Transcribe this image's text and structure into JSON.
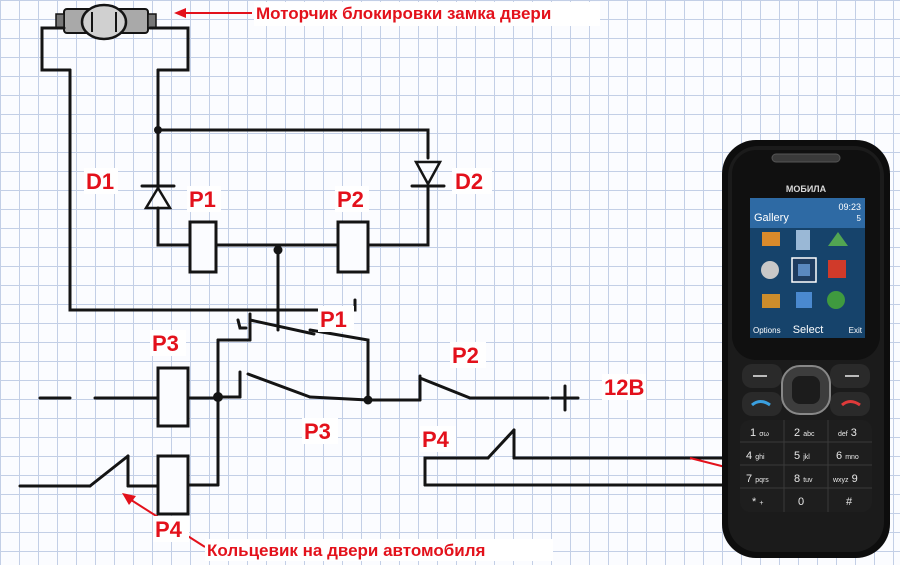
{
  "annotations": {
    "motor": "Моторчик блокировки замка двери",
    "door_switch": "Кольцевик на двери автомобиля"
  },
  "labels": {
    "d1": "D1",
    "d2": "D2",
    "p1_coil": "P1",
    "p2_coil": "P2",
    "p1_contact": "P1",
    "p2_contact": "P2",
    "p3_coil": "P3",
    "p3_contact": "P3",
    "p4_contact": "P4",
    "p4_switch": "P4",
    "supply": "12В"
  },
  "phone": {
    "brand": "МОБИЛА",
    "screen_title": "Gallery",
    "time": "09:23",
    "signal": "5",
    "softkey_left": "Options",
    "softkey_center": "Select",
    "softkey_right": "Exit",
    "keys": [
      {
        "digit": "1",
        "letters": "σω"
      },
      {
        "digit": "2",
        "letters": "abc"
      },
      {
        "digit": "3",
        "letters": "def"
      },
      {
        "digit": "4",
        "letters": "ghi"
      },
      {
        "digit": "5",
        "letters": "jkl"
      },
      {
        "digit": "6",
        "letters": "mno"
      },
      {
        "digit": "7",
        "letters": "pqrs"
      },
      {
        "digit": "8",
        "letters": "tuv"
      },
      {
        "digit": "9",
        "letters": "wxyz"
      },
      {
        "digit": "*",
        "letters": "+"
      },
      {
        "digit": "0",
        "letters": ""
      },
      {
        "digit": "#",
        "letters": ""
      }
    ]
  },
  "colors": {
    "label_red": "#e3111b",
    "wire": "#141414",
    "grid": "#c3cfe6"
  }
}
